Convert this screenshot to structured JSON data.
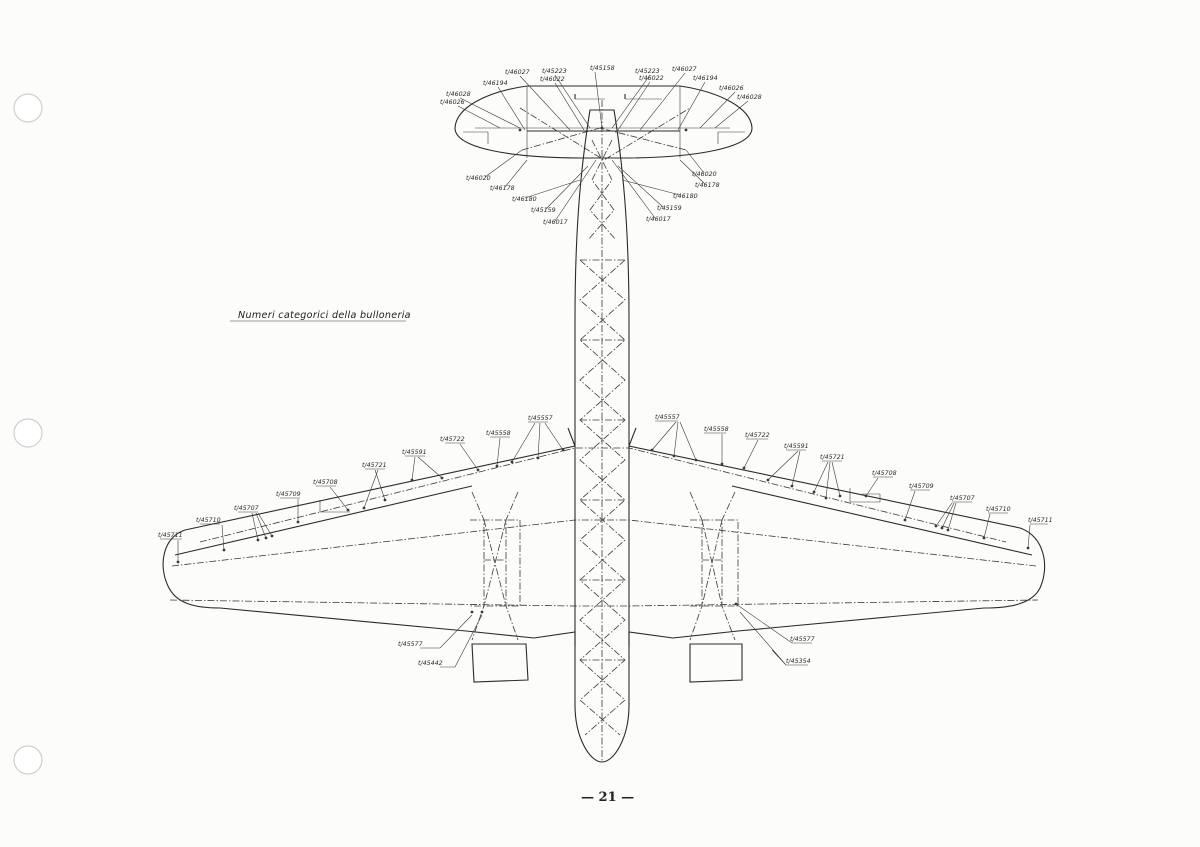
{
  "caption": "Numeri categorici della bulloneria",
  "page_number": "— 21 —",
  "labels": {
    "t5158": "t/45158",
    "t5223l": "t/45223",
    "t5223r": "t/45223",
    "t6022l": "t/46022",
    "t6022r": "t/46022",
    "t6027l": "t/46027",
    "t6027r": "t/46027",
    "t6194l": "t/46194",
    "t6194r": "t/46194",
    "t6028l": "t/46028",
    "t6028r": "t/46028",
    "t6026l": "t/46026",
    "t6026r": "t/46026",
    "t6020l": "t/46020",
    "t6020r": "t/46020",
    "t6178l": "t/46178",
    "t6178r": "t/46178",
    "t6180l": "t/46180",
    "t6180r": "t/46180",
    "t5159l": "t/45159",
    "t5159r": "t/45159",
    "t6017l": "t/46017",
    "t6017r": "t/46017",
    "w5557l": "t/45557",
    "w5558l": "t/45558",
    "w5722l": "t/45722",
    "w5591l": "t/45591",
    "w5721l": "t/45721",
    "w5708l": "t/45708",
    "w5709l": "t/45709",
    "w5707l": "t/45707",
    "w5710l": "t/45710",
    "w5711l": "t/45711",
    "w5557r": "t/45557",
    "w5558r": "t/45558",
    "w5722r": "t/45722",
    "w5591r": "t/45591",
    "w5721r": "t/45721",
    "w5708r": "t/45708",
    "w5709r": "t/45709",
    "w5707r": "t/45707",
    "w5710r": "t/45710",
    "w5711r": "t/45711",
    "n5577l": "t/45577",
    "n5442l": "t/45442",
    "n5577r": "t/45577",
    "n5354r": "t/45354"
  }
}
